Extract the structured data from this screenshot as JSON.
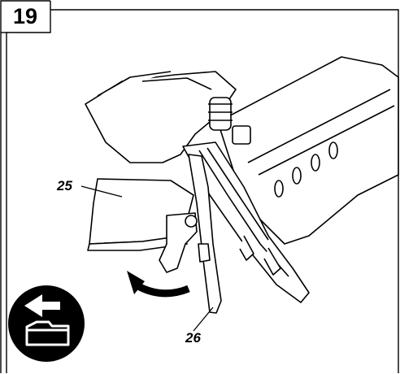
{
  "figure": {
    "number": "19"
  },
  "callouts": [
    {
      "id": "25",
      "label": "25"
    },
    {
      "id": "26",
      "label": "26"
    }
  ],
  "icons": {
    "badge": "remove-magazine-icon",
    "arrow": "curved-arrow-icon"
  },
  "colors": {
    "ink": "#000000",
    "paper": "#ffffff"
  }
}
